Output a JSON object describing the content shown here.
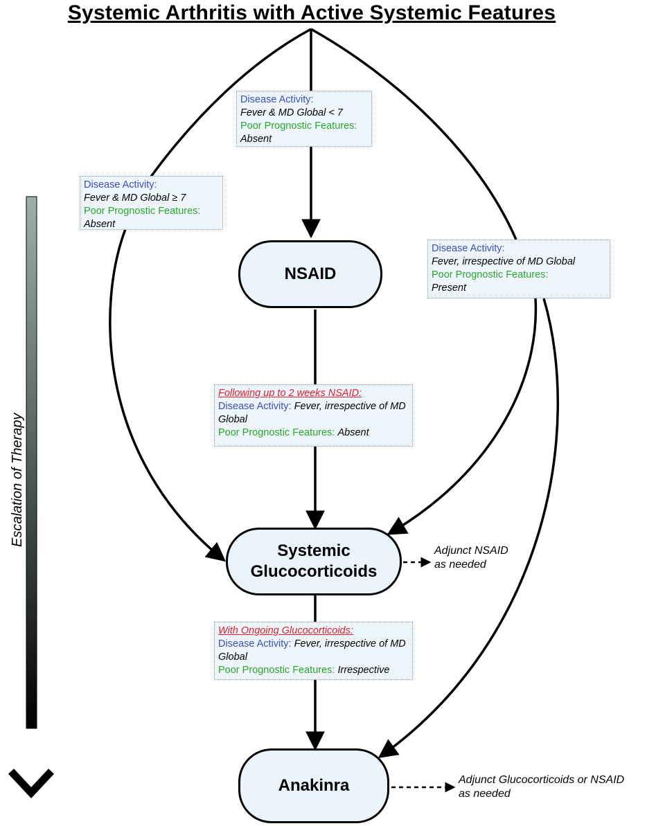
{
  "title": "Systemic Arthritis with Active Systemic Features",
  "axis_label": "Escalation of Therapy",
  "nodes": {
    "nsaid": "NSAID",
    "gluco_line1": "Systemic",
    "gluco_line2": "Glucocorticoids",
    "anakinra": "Anakinra"
  },
  "criteria": {
    "left": {
      "activity_label": "Disease Activity:",
      "activity_value": "Fever & MD Global ≥ 7",
      "prognostic_label": "Poor Prognostic Features:",
      "prognostic_value": "Absent"
    },
    "center": {
      "activity_label": "Disease Activity:",
      "activity_value": "Fever & MD Global < 7",
      "prognostic_label": "Poor Prognostic Features:",
      "prognostic_value": "Absent"
    },
    "right": {
      "activity_label": "Disease Activity:",
      "activity_value": "Fever, irrespective of MD Global",
      "prognostic_label": "Poor Prognostic Features:",
      "prognostic_value": "Present"
    },
    "after_nsaid": {
      "heading": "Following up to 2 weeks NSAID:",
      "activity_label": "Disease Activity:",
      "activity_value": "Fever, irrespective of MD Global",
      "prognostic_label": "Poor Prognostic Features:",
      "prognostic_value": "Absent"
    },
    "after_gluco": {
      "heading": "With Ongoing Glucocorticoids:",
      "activity_label": "Disease Activity:",
      "activity_value": "Fever, irrespective of MD Global",
      "prognostic_label": "Poor Prognostic Features:",
      "prognostic_value": "Irrespective"
    }
  },
  "adjuncts": {
    "gluco_line1": "Adjunct NSAID",
    "gluco_line2": "as needed",
    "anakinra_line1": "Adjunct Glucocorticoids or NSAID",
    "anakinra_line2": "as needed"
  },
  "colors": {
    "node_fill": "#eaf4fb",
    "box_fill": "#eef6fb",
    "box_border": "#7f97b2",
    "activity": "#3b4ec0",
    "prognostic": "#2aa72a",
    "heading": "#e0202a"
  }
}
